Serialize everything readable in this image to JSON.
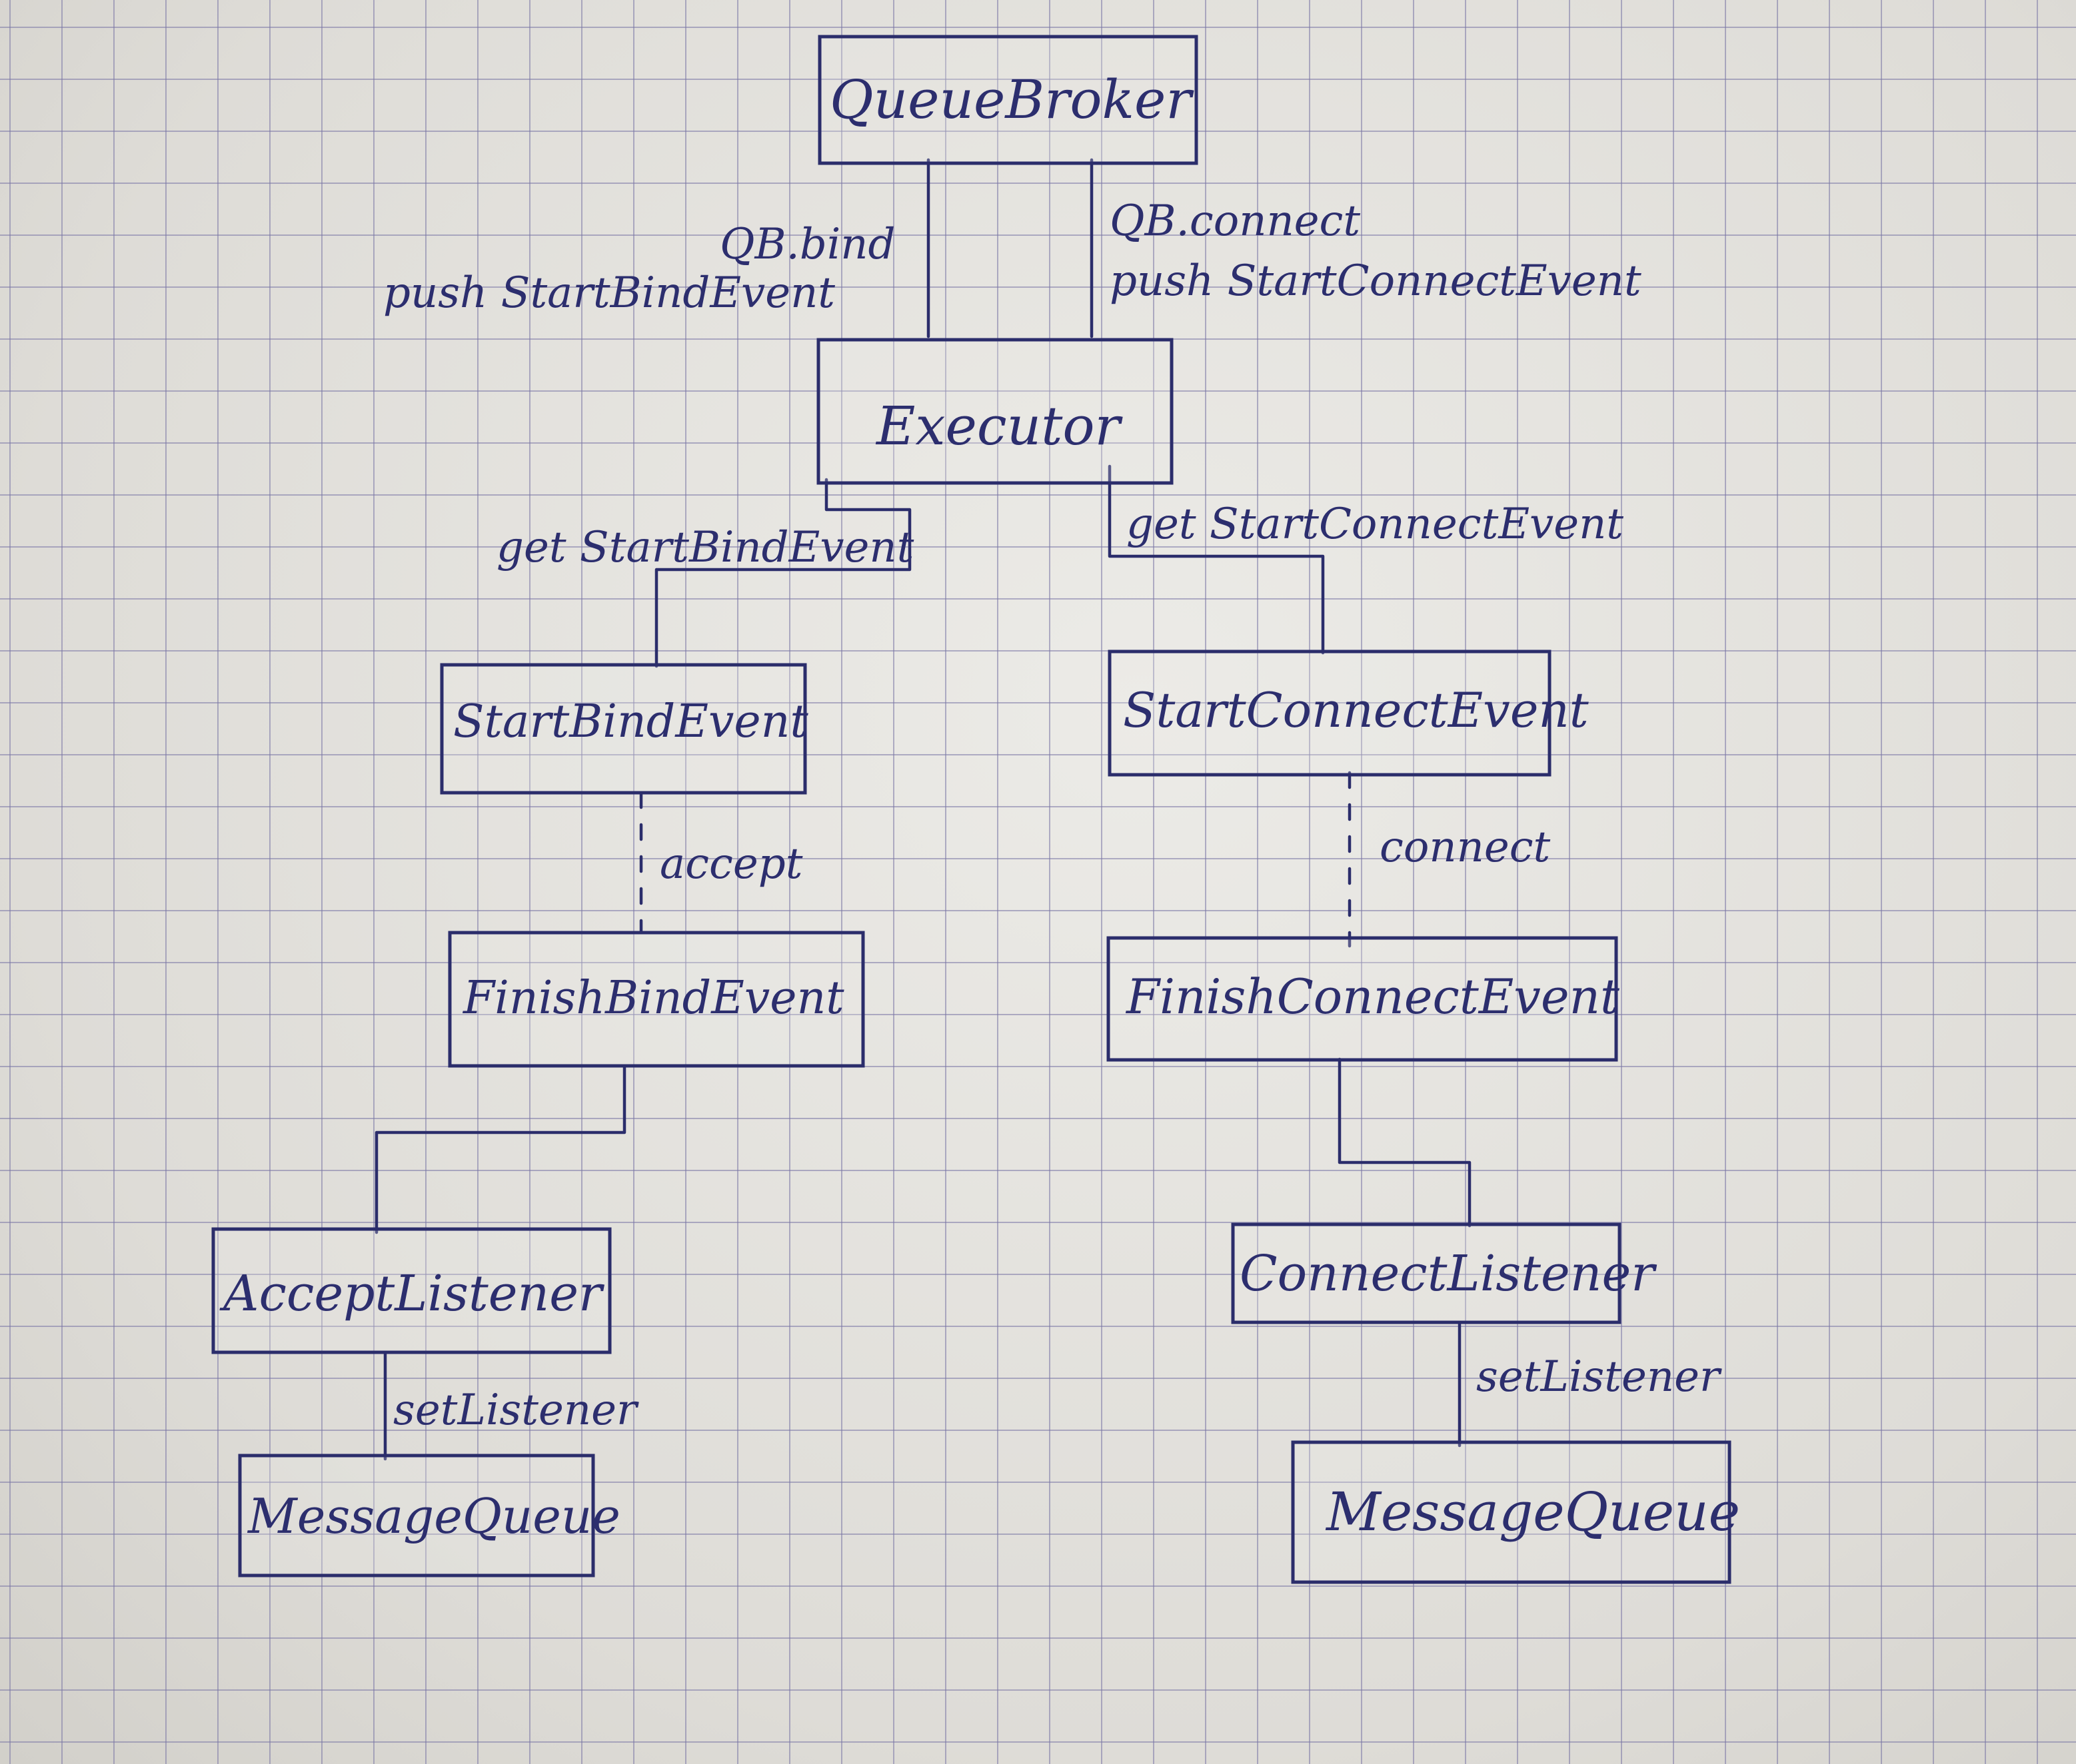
{
  "nodes": {
    "queue_broker": "QueueBroker",
    "executor": "Executor",
    "start_bind_event": "StartBindEvent",
    "start_connect_event": "StartConnectEvent",
    "finish_bind_event": "FinishBindEvent",
    "finish_connect_event": "FinishConnectEvent",
    "accept_listener": "AcceptListener",
    "connect_listener": "ConnectListener",
    "message_queue_left": "MessageQueue",
    "message_queue_right": "MessageQueue"
  },
  "edges": {
    "bind_line1": "QB.bind",
    "bind_line2": "push StartBindEvent",
    "connect_line1": "QB.connect",
    "connect_line2": "push StartConnectEvent",
    "get_start_bind": "get StartBindEvent",
    "get_start_connect": "get StartConnectEvent",
    "accept": "accept",
    "connect": "connect",
    "set_listener_left": "setListener",
    "set_listener_right": "setListener"
  }
}
